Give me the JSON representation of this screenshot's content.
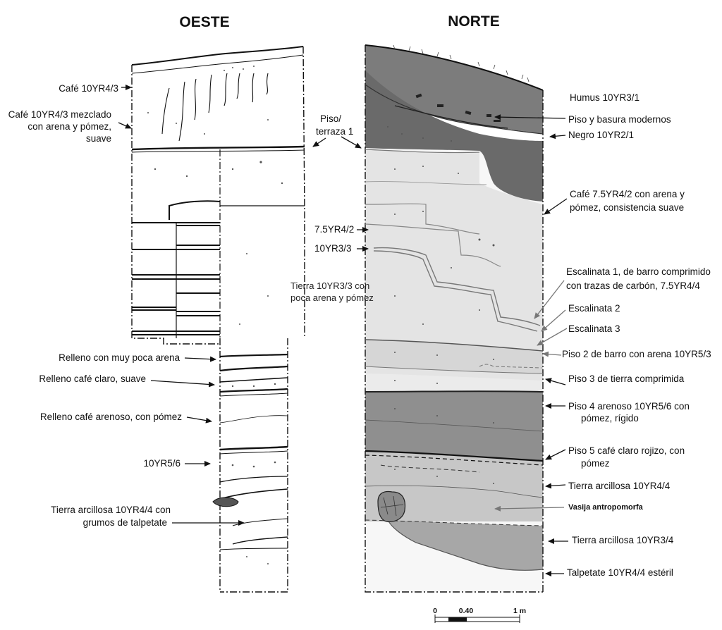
{
  "headings": {
    "west": "OESTE",
    "north": "NORTE"
  },
  "west_labels": [
    "Café 10YR4/3",
    "Café 10YR4/3 mezclado",
    "con arena y pómez,",
    "suave",
    "Relleno con muy poca arena",
    "Relleno café claro, suave",
    "Relleno café arenoso, con pómez",
    "10YR5/6",
    "Tierra arcillosa 10YR4/4 con",
    "grumos de talpetate"
  ],
  "middle_labels": [
    "Piso/",
    "terraza 1",
    "7.5YR4/2",
    "10YR3/3",
    "Tierra 10YR3/3 con",
    "poca arena y pómez"
  ],
  "north_labels": [
    "Humus 10YR3/1",
    "Piso y basura modernos",
    "Negro 10YR2/1",
    "Café 7.5YR4/2 con arena y",
    "pómez, consistencia suave",
    "Escalinata 1, de barro comprimido",
    "con trazas de carbón, 7.5YR4/4",
    "Escalinata 2",
    "Escalinata 3",
    "Piso 2 de barro con arena 10YR5/3",
    "Piso 3 de tierra comprimida",
    "Piso 4 arenoso 10YR5/6 con",
    "pómez, rígido",
    "Piso 5 café claro rojizo, con",
    "pómez",
    "Tierra arcillosa 10YR4/4",
    "Vasija antropomorfa",
    "Tierra arcillosa 10YR3/4",
    "Talpetate 10YR4/4 estéril"
  ],
  "scale": {
    "zero": "0",
    "mid": "0.40",
    "end": "1 m"
  },
  "colors": {
    "humus": "#7a7a7a",
    "dark_wedge": "#6e6e6e",
    "light": "#e6e6e6",
    "mid": "#b0b0b0",
    "piso4": "#8f8f8f",
    "lower": "#cfcfcf",
    "deep": "#a9a9a9"
  }
}
